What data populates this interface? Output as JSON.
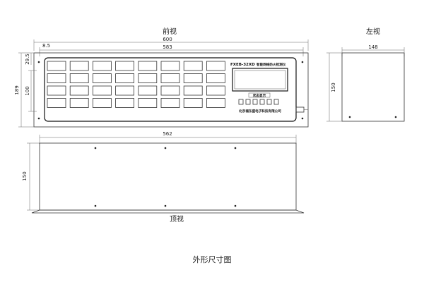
{
  "views": {
    "front": {
      "title": "前视",
      "dims": {
        "overall_width": "600",
        "inner_width": "583",
        "left_offset": "8.5",
        "top_offset": "29.5",
        "overall_height": "189",
        "inner_height": "100"
      },
      "panel": {
        "model": "FXEB-32XD",
        "name": "智能网络防火检测仪",
        "status_label": "状态显示",
        "manufacturer": "北京福东盛电子科技有限公司"
      }
    },
    "left": {
      "title": "左视",
      "dims": {
        "width": "148",
        "height": "150"
      }
    },
    "top": {
      "title": "顶视",
      "dims": {
        "width": "562",
        "height": "150"
      }
    }
  },
  "caption": "外形尺寸图"
}
